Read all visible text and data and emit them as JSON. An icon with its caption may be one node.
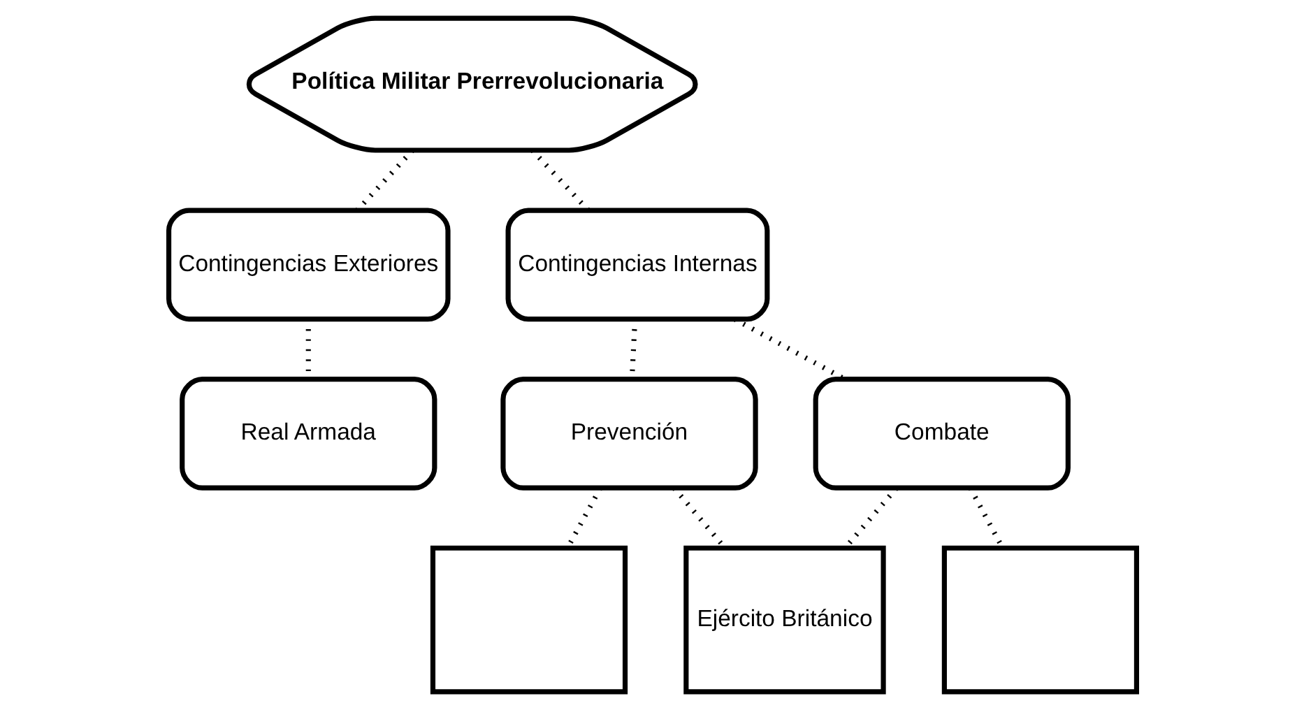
{
  "diagram": {
    "nodes": [
      {
        "text": [
          "Política Militar Prerrevolucionaria"
        ]
      },
      {
        "text": [
          "Contingencias Exteriores"
        ]
      },
      {
        "text": [
          "Contingencias Internas"
        ]
      },
      {
        "text": [
          "Real Armada"
        ]
      },
      {
        "text": [
          "Prevención"
        ]
      },
      {
        "text": [
          "Combate"
        ]
      },
      {
        "text": [],
        "shape": "box"
      },
      {
        "text": [
          "Ejército Británico"
        ]
      },
      {
        "text": [],
        "shape": "box"
      }
    ],
    "edges": [
      {
        "from": 0,
        "to": 1,
        "arrow": "none"
      },
      {
        "from": 0,
        "to": 2,
        "arrow": "none"
      },
      {
        "from": 1,
        "to": 3,
        "arrow": "none"
      },
      {
        "from": 2,
        "to": 4,
        "arrow": "none"
      },
      {
        "from": 2,
        "to": 5,
        "arrow": "none"
      },
      {
        "from": 4,
        "to": 6,
        "arrow": "none"
      },
      {
        "from": 4,
        "to": 7,
        "arrow": "none"
      },
      {
        "from": 5,
        "to": 7,
        "arrow": "none"
      },
      {
        "from": 5,
        "to": 8,
        "arrow": "none"
      }
    ]
  }
}
